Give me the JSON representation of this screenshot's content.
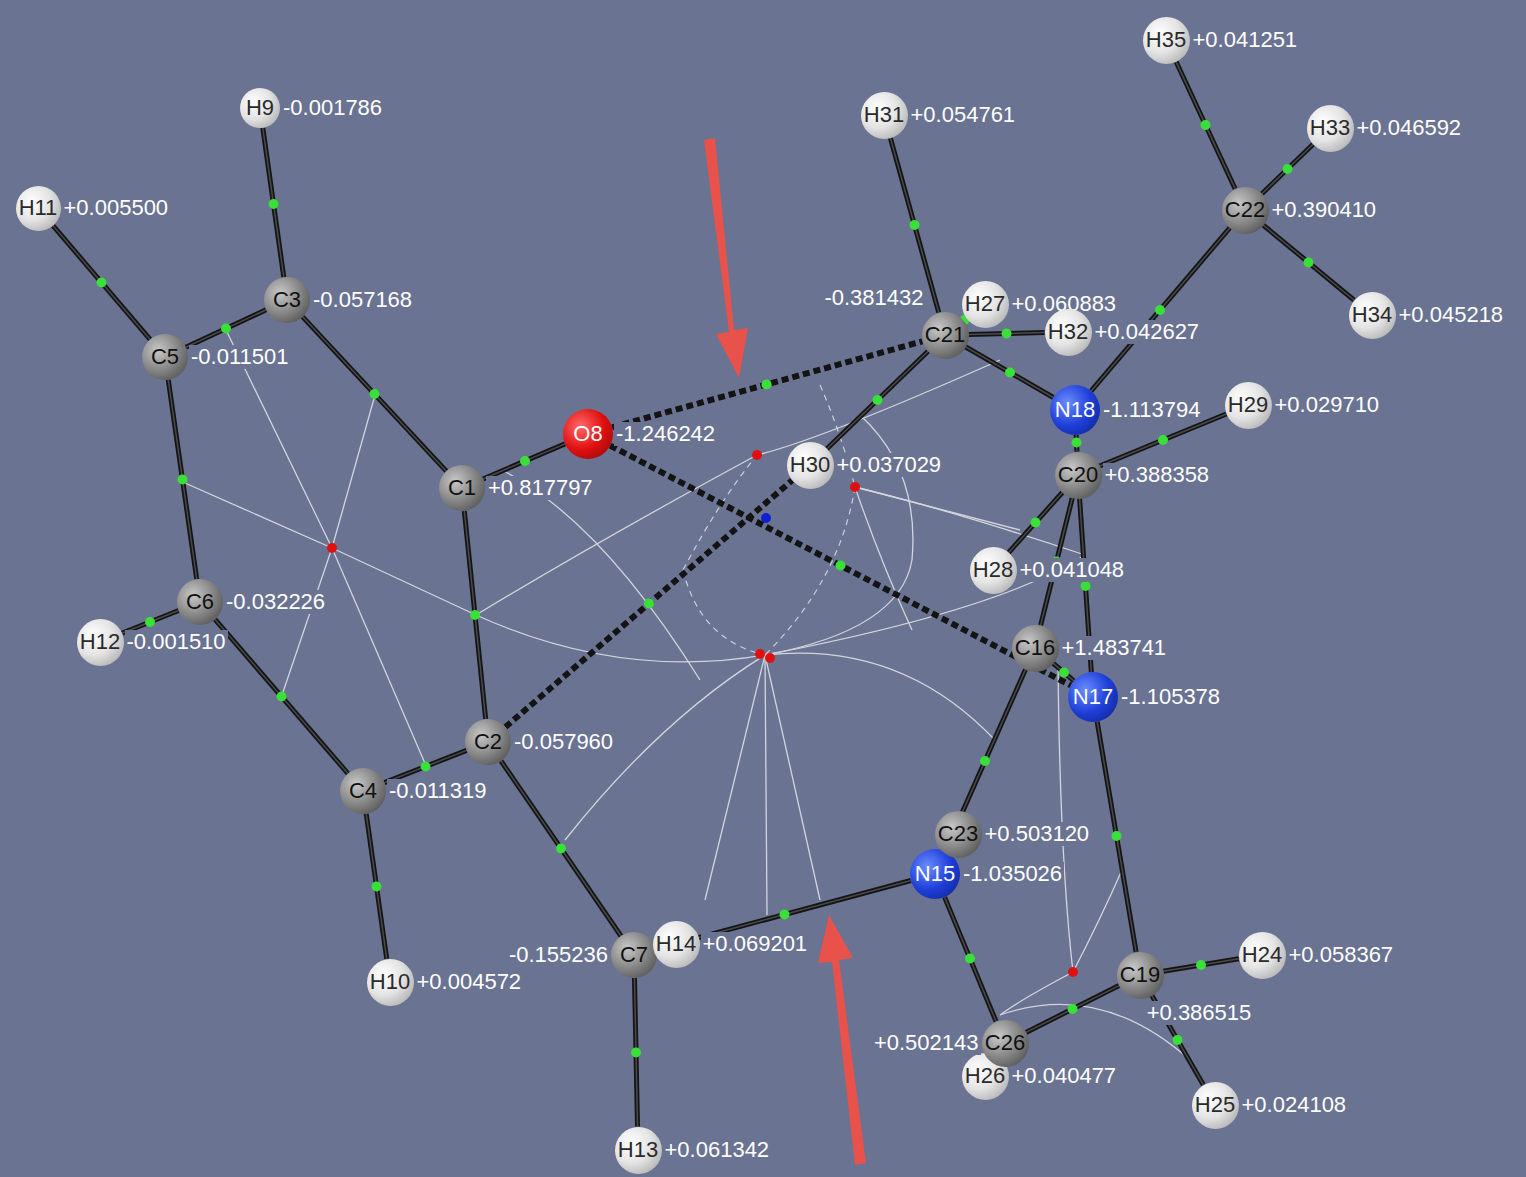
{
  "diagram": {
    "nodes": [
      {
        "text": [
          "C1",
          "+0.817797"
        ]
      },
      {
        "text": [
          "C2",
          "-0.057960"
        ]
      },
      {
        "text": [
          "C3",
          "-0.057168"
        ]
      },
      {
        "text": [
          "C4",
          "-0.011319"
        ]
      },
      {
        "text": [
          "C5",
          "-0.011501"
        ]
      },
      {
        "text": [
          "C6",
          "-0.032226"
        ]
      },
      {
        "text": [
          "C7",
          "-0.155236"
        ]
      },
      {
        "text": [
          "O8",
          "-1.246242"
        ]
      },
      {
        "text": [
          "H9",
          "-0.001786"
        ]
      },
      {
        "text": [
          "H10",
          "+0.004572"
        ]
      },
      {
        "text": [
          "H11",
          "+0.005500"
        ]
      },
      {
        "text": [
          "H12",
          "-0.001510"
        ]
      },
      {
        "text": [
          "H13",
          "+0.061342"
        ]
      },
      {
        "text": [
          "H14",
          "+0.069201"
        ]
      },
      {
        "text": [
          "N15",
          "-1.035026"
        ]
      },
      {
        "text": [
          "C16",
          "+1.483741"
        ]
      },
      {
        "text": [
          "N17",
          "-1.105378"
        ]
      },
      {
        "text": [
          "N18",
          "-1.113794"
        ]
      },
      {
        "text": [
          "C19",
          "+0.386515"
        ]
      },
      {
        "text": [
          "C20",
          "+0.388358"
        ]
      },
      {
        "text": [
          "C21",
          "-0.381432"
        ]
      },
      {
        "text": [
          "C22",
          "+0.390410"
        ]
      },
      {
        "text": [
          "C23",
          "+0.503120"
        ]
      },
      {
        "text": [
          "H24",
          "+0.058367"
        ]
      },
      {
        "text": [
          "H25",
          "+0.024108"
        ]
      },
      {
        "text": [
          "H26",
          "+0.040477"
        ]
      },
      {
        "text": [
          "H27",
          "+0.060883"
        ]
      },
      {
        "text": [
          "H28",
          "+0.041048"
        ]
      },
      {
        "text": [
          "H29",
          "+0.029710"
        ]
      },
      {
        "text": [
          "H30",
          "+0.037029"
        ]
      },
      {
        "text": [
          "H31",
          "+0.054761"
        ]
      },
      {
        "text": [
          "H32",
          "+0.042627"
        ]
      },
      {
        "text": [
          "H33",
          "+0.046592"
        ]
      },
      {
        "text": [
          "H34",
          "+0.045218"
        ]
      },
      {
        "text": [
          "H35",
          "+0.041251"
        ]
      },
      {
        "text": [
          "C26",
          "+0.502143"
        ]
      }
    ],
    "edges": [
      {
        "from": 0,
        "to": 1,
        "arrow": "none"
      },
      {
        "from": 0,
        "to": 2,
        "arrow": "none"
      },
      {
        "from": 0,
        "to": 7,
        "arrow": "none"
      },
      {
        "from": 2,
        "to": 4,
        "arrow": "none"
      },
      {
        "from": 4,
        "to": 5,
        "arrow": "none"
      },
      {
        "from": 5,
        "to": 3,
        "arrow": "none"
      },
      {
        "from": 3,
        "to": 1,
        "arrow": "none"
      },
      {
        "from": 2,
        "to": 8,
        "arrow": "none"
      },
      {
        "from": 4,
        "to": 10,
        "arrow": "none"
      },
      {
        "from": 5,
        "to": 11,
        "arrow": "none"
      },
      {
        "from": 3,
        "to": 9,
        "arrow": "none"
      },
      {
        "from": 1,
        "to": 6,
        "arrow": "none"
      },
      {
        "from": 6,
        "to": 12,
        "arrow": "none"
      },
      {
        "from": 6,
        "to": 13,
        "arrow": "none"
      },
      {
        "from": 6,
        "to": 14,
        "arrow": "none"
      },
      {
        "from": 14,
        "to": 15,
        "arrow": "none"
      },
      {
        "from": 14,
        "to": 35,
        "arrow": "none"
      },
      {
        "from": 14,
        "to": 22,
        "arrow": "none"
      },
      {
        "from": 15,
        "to": 16,
        "arrow": "none"
      },
      {
        "from": 15,
        "to": 19,
        "arrow": "none"
      },
      {
        "from": 16,
        "to": 19,
        "arrow": "none"
      },
      {
        "from": 16,
        "to": 18,
        "arrow": "none"
      },
      {
        "from": 18,
        "to": 23,
        "arrow": "none"
      },
      {
        "from": 18,
        "to": 24,
        "arrow": "none"
      },
      {
        "from": 18,
        "to": 35,
        "arrow": "none"
      },
      {
        "from": 35,
        "to": 25,
        "arrow": "none"
      },
      {
        "from": 19,
        "to": 27,
        "arrow": "none"
      },
      {
        "from": 19,
        "to": 28,
        "arrow": "none"
      },
      {
        "from": 19,
        "to": 17,
        "arrow": "none"
      },
      {
        "from": 17,
        "to": 20,
        "arrow": "none"
      },
      {
        "from": 17,
        "to": 21,
        "arrow": "none"
      },
      {
        "from": 20,
        "to": 30,
        "arrow": "none"
      },
      {
        "from": 20,
        "to": 26,
        "arrow": "none"
      },
      {
        "from": 20,
        "to": 31,
        "arrow": "none"
      },
      {
        "from": 21,
        "to": 32,
        "arrow": "none"
      },
      {
        "from": 21,
        "to": 33,
        "arrow": "none"
      },
      {
        "from": 21,
        "to": 34,
        "arrow": "none"
      },
      {
        "from": 29,
        "to": 20,
        "arrow": "none"
      },
      {
        "from": 7,
        "to": 20,
        "arrow": "none"
      },
      {
        "from": 7,
        "to": 16,
        "arrow": "none"
      },
      {
        "from": 1,
        "to": 29,
        "arrow": "none"
      }
    ]
  }
}
